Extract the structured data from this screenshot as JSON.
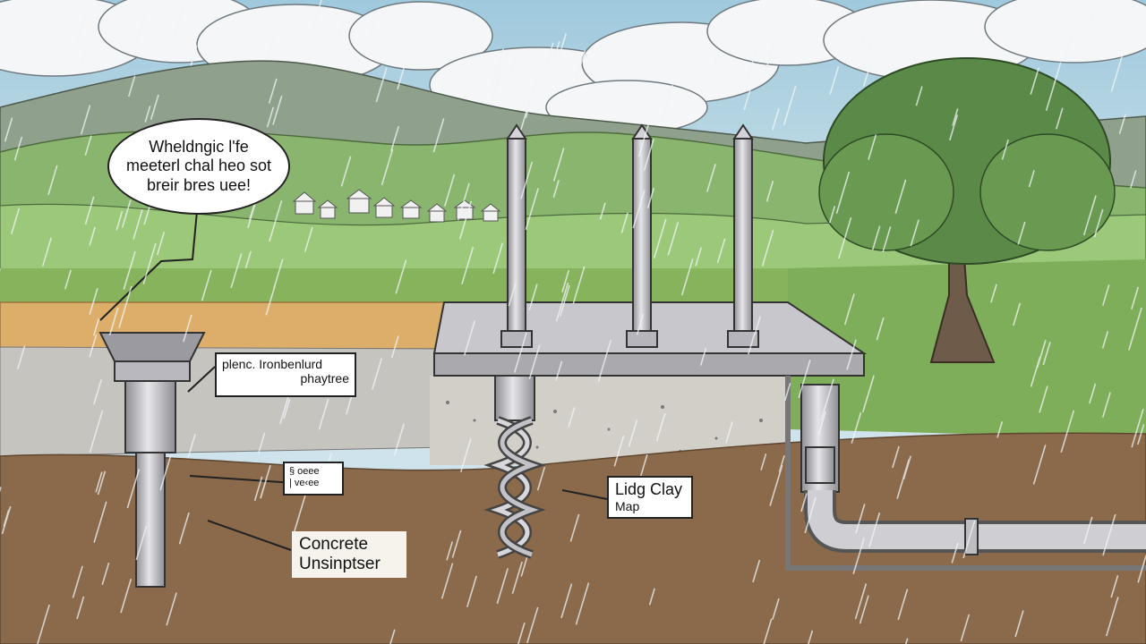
{
  "speech_bubble": {
    "lines": [
      "Wheldngic l'fe",
      "meeterl chal heo sot",
      "breir bres uee!"
    ]
  },
  "labels": {
    "plate_label": {
      "line1": "plenc. Ironbenlurd",
      "line2": "phaytree"
    },
    "small_tag": {
      "line1": "§ oeee",
      "line2": "| ve‹ee"
    },
    "helix_label": {
      "line1": "Lidg Clay",
      "line2": "Map"
    },
    "concrete_label": {
      "line1": "Concrete",
      "line2": "Unsinptser"
    }
  },
  "colors": {
    "sky": "#cfe3ec",
    "grass": "#7fae5a",
    "clay": "#8a6a4a",
    "sand": "#dcae6a",
    "concrete": "#b9b9b9",
    "steel": "#cfcfd3"
  }
}
